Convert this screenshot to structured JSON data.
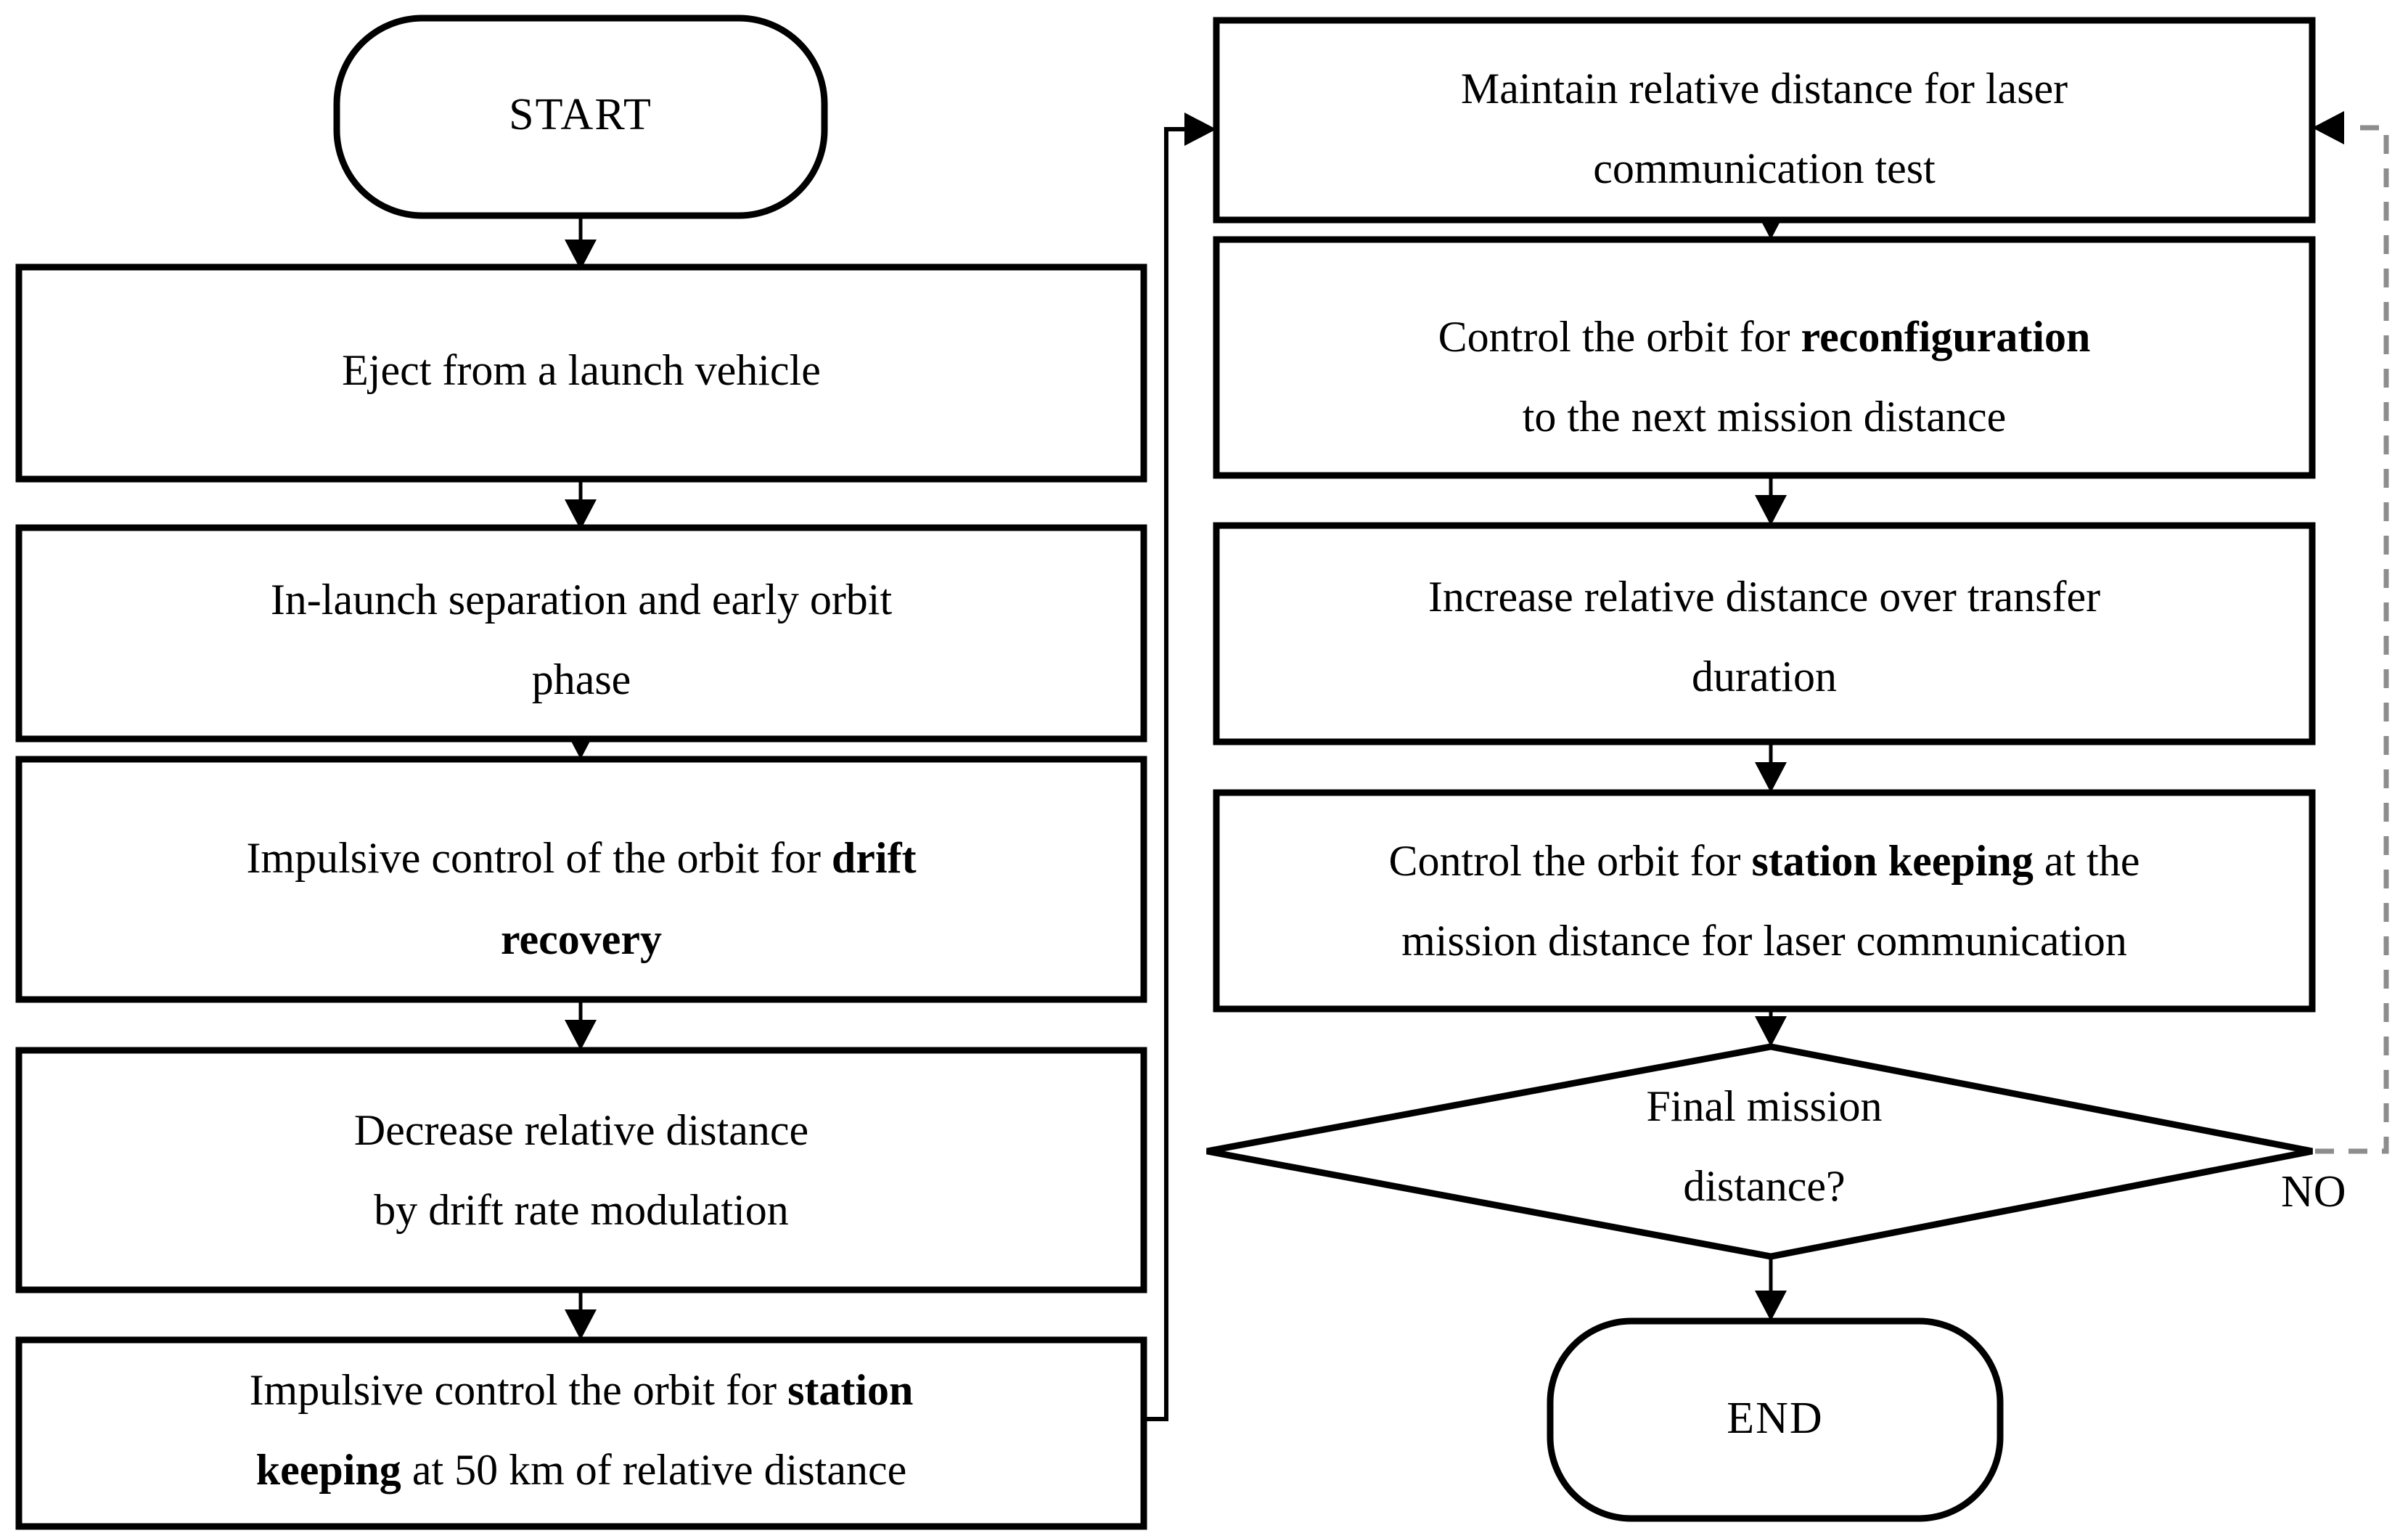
{
  "diagram": {
    "title": "Satellite formation flying mission operation flowchart",
    "type": "flowchart",
    "background_color": "#ffffff",
    "line_color": "#000000",
    "dashed_line_color": "#8d8d8d"
  },
  "nodes": {
    "start": {
      "id": "start",
      "shape": "terminator",
      "label": "START"
    },
    "eject": {
      "id": "eject",
      "shape": "process",
      "lines": [
        [
          {
            "text": "Eject from a launch vehicle",
            "bold": false
          }
        ]
      ]
    },
    "early_orbit": {
      "id": "early_orbit",
      "shape": "process",
      "lines": [
        [
          {
            "text": "In-launch separation and early orbit",
            "bold": false
          }
        ],
        [
          {
            "text": "phase",
            "bold": false
          }
        ]
      ]
    },
    "drift_recovery": {
      "id": "drift_recovery",
      "shape": "process",
      "lines": [
        [
          {
            "text": "Impulsive control of the orbit for ",
            "bold": false
          },
          {
            "text": "drift",
            "bold": true
          }
        ],
        [
          {
            "text": "recovery",
            "bold": true
          }
        ]
      ]
    },
    "decrease_distance": {
      "id": "decrease_distance",
      "shape": "process",
      "lines": [
        [
          {
            "text": "Decrease relative distance",
            "bold": false
          }
        ],
        [
          {
            "text": "by drift rate modulation",
            "bold": false
          }
        ]
      ]
    },
    "station_keeping_50km": {
      "id": "station_keeping_50km",
      "shape": "process",
      "lines": [
        [
          {
            "text": "Impulsive control the orbit for ",
            "bold": false
          },
          {
            "text": "station",
            "bold": true
          }
        ],
        [
          {
            "text": "keeping",
            "bold": true
          },
          {
            "text": " at 50 km of relative distance",
            "bold": false
          }
        ]
      ]
    },
    "maintain_distance": {
      "id": "maintain_distance",
      "shape": "process",
      "lines": [
        [
          {
            "text": "Maintain relative distance for laser",
            "bold": false
          }
        ],
        [
          {
            "text": "communication test",
            "bold": false
          }
        ]
      ]
    },
    "reconfiguration": {
      "id": "reconfiguration",
      "shape": "process",
      "lines": [
        [
          {
            "text": "Control the orbit for ",
            "bold": false
          },
          {
            "text": "reconfiguration",
            "bold": true
          }
        ],
        [
          {
            "text": "to the next mission distance",
            "bold": false
          }
        ]
      ]
    },
    "increase_distance": {
      "id": "increase_distance",
      "shape": "process",
      "lines": [
        [
          {
            "text": "Increase relative distance over transfer",
            "bold": false
          }
        ],
        [
          {
            "text": "duration",
            "bold": false
          }
        ]
      ]
    },
    "station_keeping_mission": {
      "id": "station_keeping_mission",
      "shape": "process",
      "lines": [
        [
          {
            "text": "Control the orbit for ",
            "bold": false
          },
          {
            "text": "station keeping",
            "bold": true
          },
          {
            "text": " at the",
            "bold": false
          }
        ],
        [
          {
            "text": "mission distance for laser communication",
            "bold": false
          }
        ]
      ]
    },
    "final_decision": {
      "id": "final_decision",
      "shape": "decision",
      "lines": [
        [
          {
            "text": "Final mission",
            "bold": false
          }
        ],
        [
          {
            "text": "distance?",
            "bold": false
          }
        ]
      ]
    },
    "end": {
      "id": "end",
      "shape": "terminator",
      "label": "END"
    }
  },
  "edges": [
    {
      "id": "e-start-eject",
      "from": "start",
      "to": "eject",
      "label": "",
      "style": "solid"
    },
    {
      "id": "e-eject-early",
      "from": "eject",
      "to": "early_orbit",
      "label": "",
      "style": "solid"
    },
    {
      "id": "e-early-drift",
      "from": "early_orbit",
      "to": "drift_recovery",
      "label": "",
      "style": "solid"
    },
    {
      "id": "e-drift-decrease",
      "from": "drift_recovery",
      "to": "decrease_distance",
      "label": "",
      "style": "solid"
    },
    {
      "id": "e-decrease-sk50",
      "from": "decrease_distance",
      "to": "station_keeping_50km",
      "label": "",
      "style": "solid"
    },
    {
      "id": "e-sk50-maintain",
      "from": "station_keeping_50km",
      "to": "maintain_distance",
      "label": "",
      "style": "solid"
    },
    {
      "id": "e-maintain-reconfig",
      "from": "maintain_distance",
      "to": "reconfiguration",
      "label": "",
      "style": "solid"
    },
    {
      "id": "e-reconfig-increase",
      "from": "reconfiguration",
      "to": "increase_distance",
      "label": "",
      "style": "solid"
    },
    {
      "id": "e-increase-skmission",
      "from": "increase_distance",
      "to": "station_keeping_mission",
      "label": "",
      "style": "solid"
    },
    {
      "id": "e-skmission-decision",
      "from": "station_keeping_mission",
      "to": "final_decision",
      "label": "",
      "style": "solid"
    },
    {
      "id": "e-decision-end",
      "from": "final_decision",
      "to": "end",
      "label": "",
      "style": "solid"
    },
    {
      "id": "e-decision-maintain-no",
      "from": "final_decision",
      "to": "maintain_distance",
      "label": "NO",
      "style": "dashed"
    }
  ],
  "labels": {
    "no": "NO"
  }
}
